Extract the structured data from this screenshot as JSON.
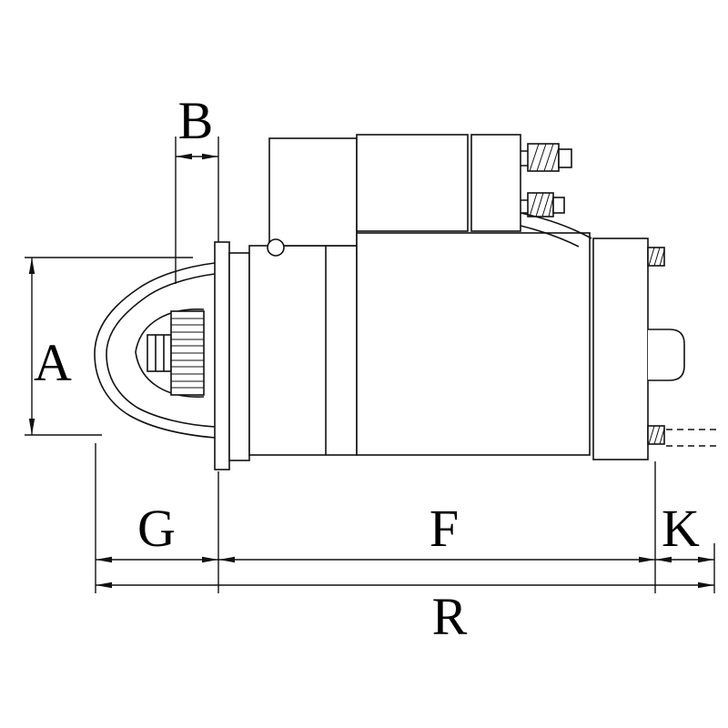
{
  "figure": {
    "type": "technical-dimension-drawing",
    "subject": "starter motor side view"
  },
  "dimension_labels": {
    "a": "A",
    "b": "B",
    "g": "G",
    "f": "F",
    "k": "K",
    "r": "R"
  },
  "colors": {
    "line": "#111111",
    "text": "#000000",
    "background": "#ffffff"
  }
}
